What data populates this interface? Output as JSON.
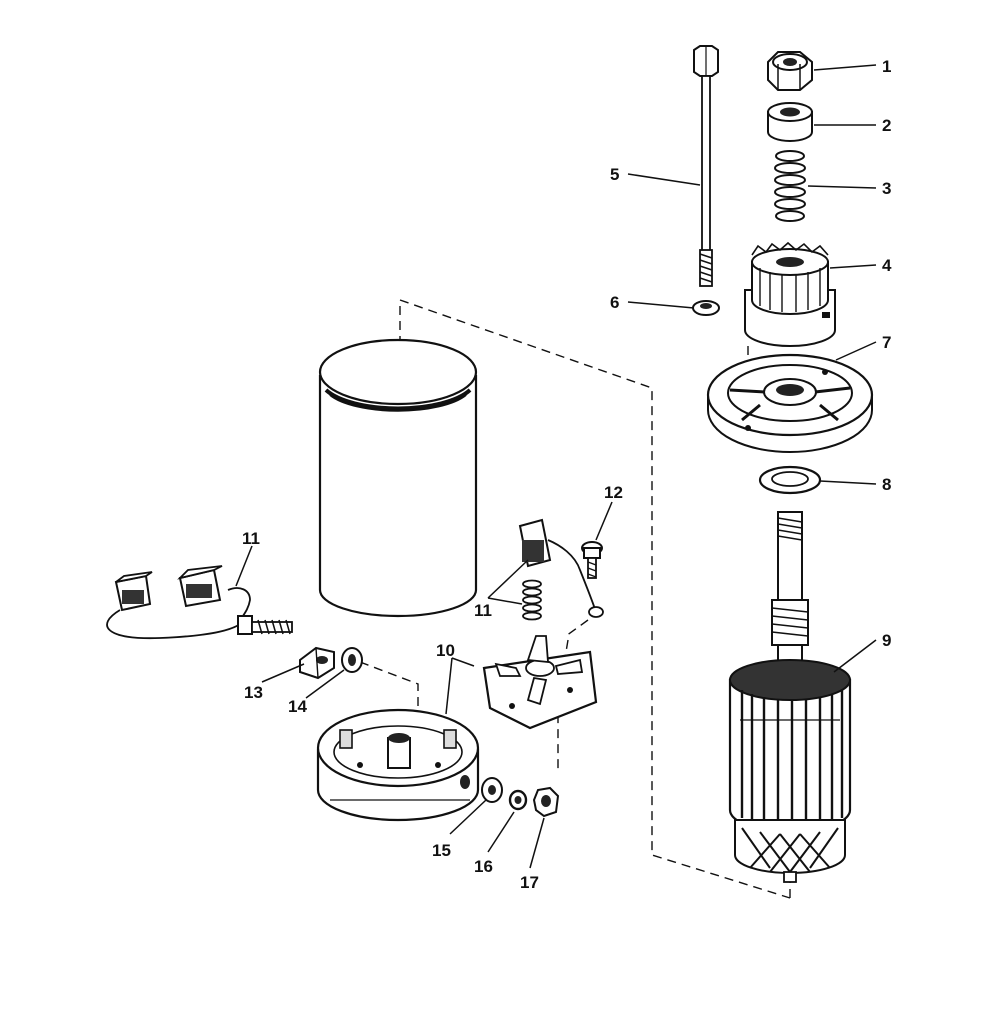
{
  "diagram": {
    "callouts": [
      "1",
      "2",
      "3",
      "4",
      "5",
      "6",
      "7",
      "8",
      "9",
      "10",
      "11",
      "12",
      "13",
      "14",
      "15",
      "16",
      "17"
    ],
    "second_callout_11": "11"
  }
}
